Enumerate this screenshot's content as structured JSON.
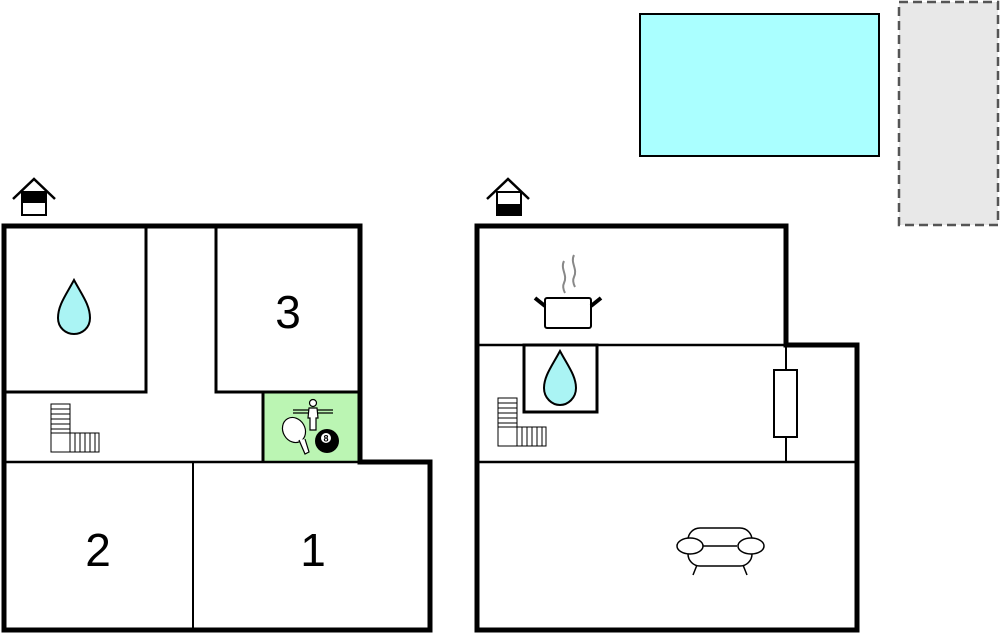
{
  "plan": {
    "colors": {
      "wall": "#000000",
      "water": "#aaf4f4",
      "pool": "#aaffff",
      "game_room": "#bbf5b3",
      "outdoor_area": "#e8e8e8",
      "dash": "#555555",
      "steam": "#888888"
    },
    "left_floor": {
      "rooms": [
        {
          "label": "3",
          "type": "bedroom"
        },
        {
          "label": "2",
          "type": "bedroom"
        },
        {
          "label": "1",
          "type": "bedroom"
        }
      ],
      "game_room_ball_label": "8"
    },
    "right_floor": {}
  }
}
